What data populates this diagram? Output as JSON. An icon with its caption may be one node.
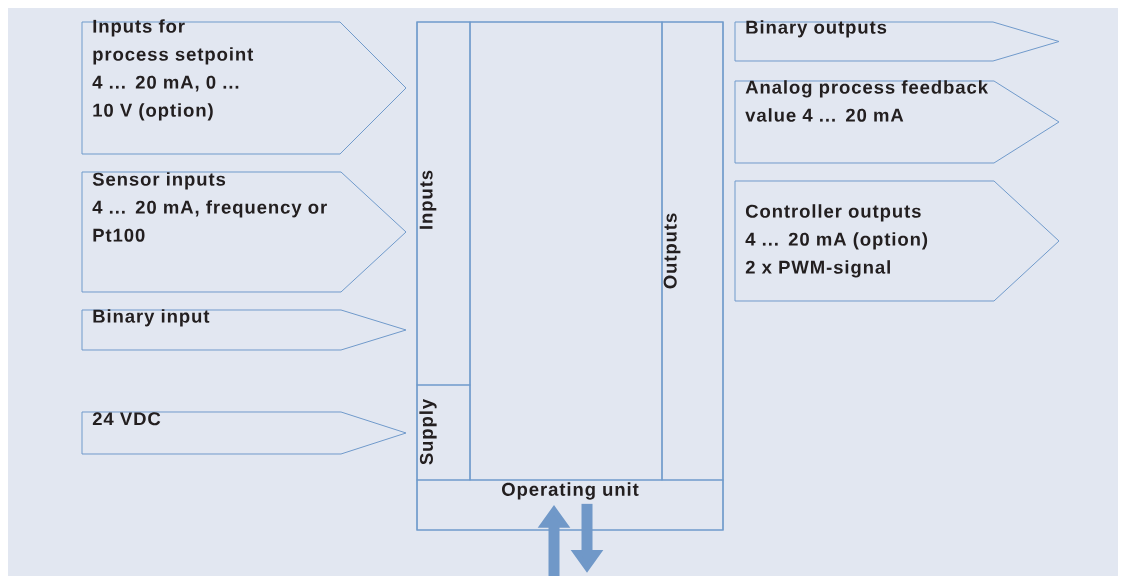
{
  "diagram": {
    "nodes": [
      {
        "text": [],
        "shape": "box"
      },
      {
        "text": [
          "Inputs"
        ],
        "in": 0
      },
      {
        "text": [
          "Supply"
        ],
        "in": 0
      },
      {
        "text": [],
        "shape": "box",
        "in": 0
      },
      {
        "text": [
          "Outputs"
        ],
        "in": 0
      },
      {
        "text": [
          "Operating unit"
        ],
        "in": 0
      },
      {
        "text": [
          "Inputs for process setpoint",
          "4 ... 20 mA, 0 ... 10 V (option)"
        ]
      },
      {
        "text": [
          "Sensor inputs",
          "4 ... 20 mA, frequency or Pt100"
        ]
      },
      {
        "text": [
          "Binary input"
        ]
      },
      {
        "text": [
          "24 VDC"
        ]
      },
      {
        "text": [
          "Binary outputs"
        ]
      },
      {
        "text": [
          "Analog process feedback value 4 ... 20 mA"
        ]
      },
      {
        "text": [
          "Controller outputs",
          "4 ... 20 mA (option) 2 x PWM-signal"
        ]
      }
    ],
    "edges": [
      {
        "from": null,
        "to": 5,
        "arrow": "to"
      },
      {
        "from": 5,
        "to": null,
        "arrow": "to"
      }
    ]
  }
}
